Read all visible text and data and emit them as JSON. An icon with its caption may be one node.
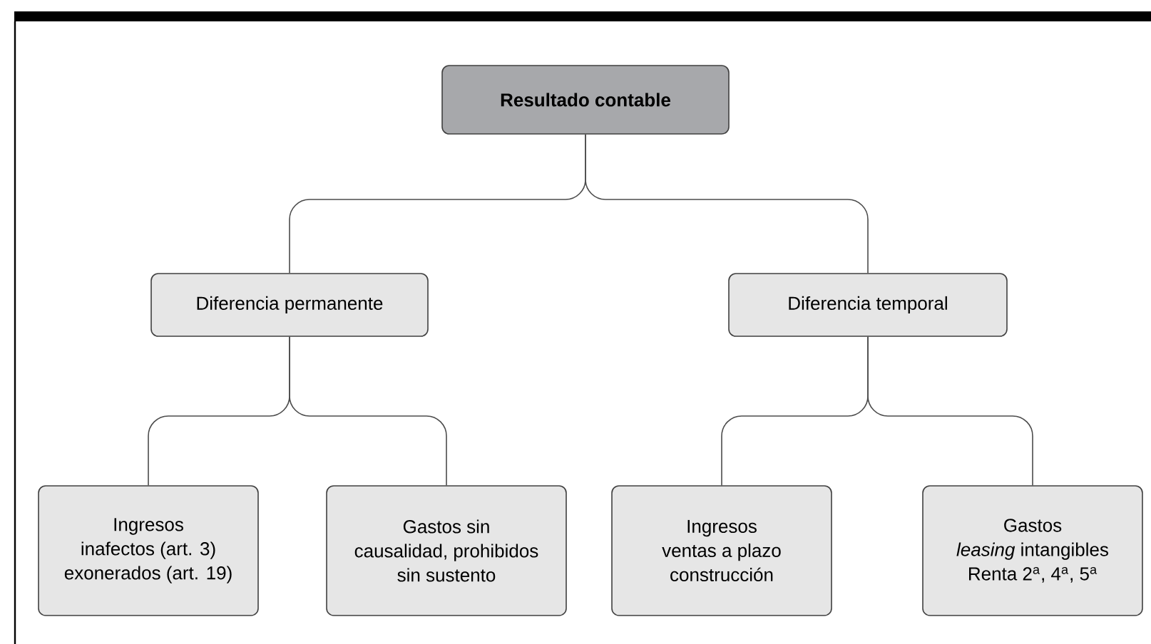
{
  "diagram": {
    "nodes": [
      {
        "text": [
          "Resultado contable"
        ]
      },
      {
        "text": [
          "Diferencia permanente"
        ]
      },
      {
        "text": [
          "Diferencia temporal"
        ]
      },
      {
        "text": [
          "Ingresos",
          "inafectos (art. 3)",
          "exonerados (art. 19)"
        ]
      },
      {
        "text": [
          "Gastos sin",
          "causalidad, prohibidos",
          "sin sustento"
        ]
      },
      {
        "text": [
          "Ingresos",
          "ventas a plazo",
          "construcción"
        ]
      },
      {
        "text": [
          "Gastos",
          "*leasing* intangibles",
          "Renta 2$^{a}$, 4$^{a}$, 5$^{a}$"
        ]
      }
    ],
    "edges": [
      {
        "from": 0,
        "to": 1,
        "arrow": "none"
      },
      {
        "from": 0,
        "to": 2,
        "arrow": "none"
      },
      {
        "from": 1,
        "to": 3,
        "arrow": "none"
      },
      {
        "from": 1,
        "to": 4,
        "arrow": "none"
      },
      {
        "from": 2,
        "to": 5,
        "arrow": "none"
      },
      {
        "from": 2,
        "to": 6,
        "arrow": "none"
      }
    ]
  }
}
